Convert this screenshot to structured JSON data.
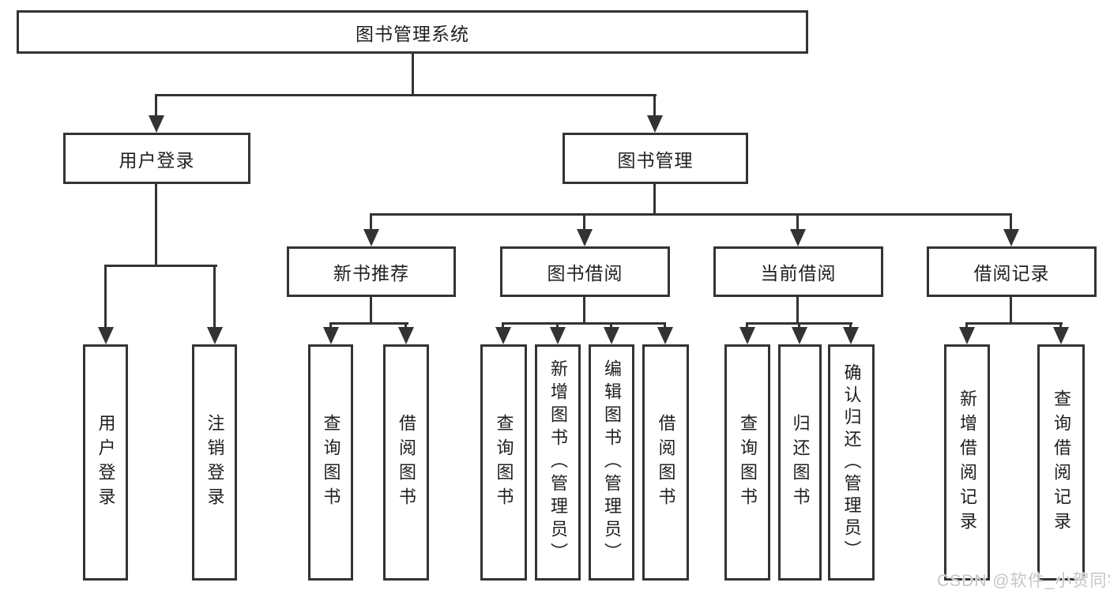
{
  "colors": {
    "line": "#333333",
    "text": "#1f1f1f",
    "background": "#ffffff",
    "watermark": "#c6c6c6"
  },
  "watermark": {
    "text": "CSDN @软件_小贺同学"
  },
  "diagram": {
    "type": "hierarchy-tree",
    "root": {
      "label": "图书管理系统"
    },
    "level2": [
      {
        "id": "user-login",
        "label": "用户登录",
        "parent": "图书管理系统"
      },
      {
        "id": "book-management",
        "label": "图书管理",
        "parent": "图书管理系统"
      }
    ],
    "level3": [
      {
        "id": "new-book-recommend",
        "label": "新书推荐",
        "parent": "图书管理"
      },
      {
        "id": "book-borrowing",
        "label": "图书借阅",
        "parent": "图书管理"
      },
      {
        "id": "current-borrowing",
        "label": "当前借阅",
        "parent": "图书管理"
      },
      {
        "id": "borrowing-records",
        "label": "借阅记录",
        "parent": "图书管理"
      }
    ],
    "leaves": [
      {
        "id": "user-login-action",
        "label": "用户登录",
        "parent": "用户登录"
      },
      {
        "id": "logout-action",
        "label": "注销登录",
        "parent": "用户登录"
      },
      {
        "id": "query-books-recommend",
        "label": "查询图书",
        "parent": "新书推荐"
      },
      {
        "id": "borrow-books-recommend",
        "label": "借阅图书",
        "parent": "新书推荐"
      },
      {
        "id": "query-books-borrowing",
        "label": "查询图书",
        "parent": "图书借阅"
      },
      {
        "id": "add-books-admin",
        "label": "新增图书（管理员）",
        "parent": "图书借阅"
      },
      {
        "id": "edit-books-admin",
        "label": "编辑图书（管理员）",
        "parent": "图书借阅"
      },
      {
        "id": "borrow-books-borrowing",
        "label": "借阅图书",
        "parent": "图书借阅"
      },
      {
        "id": "query-books-current",
        "label": "查询图书",
        "parent": "当前借阅"
      },
      {
        "id": "return-books",
        "label": "归还图书",
        "parent": "当前借阅"
      },
      {
        "id": "confirm-return-admin",
        "label": "确认归还（管理员）",
        "parent": "当前借阅"
      },
      {
        "id": "add-borrow-record",
        "label": "新增借阅记录",
        "parent": "借阅记录"
      },
      {
        "id": "query-borrow-record",
        "label": "查询借阅记录",
        "parent": "借阅记录"
      }
    ]
  }
}
